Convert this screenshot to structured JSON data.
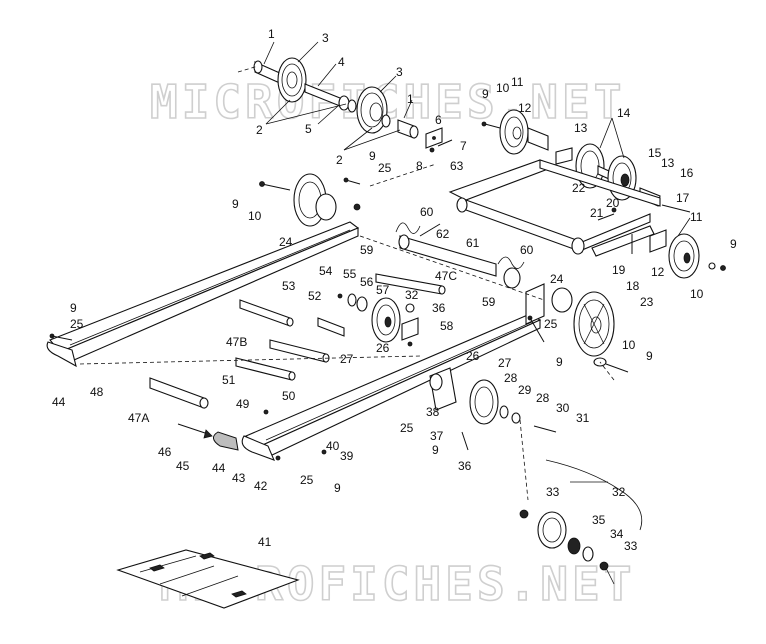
{
  "watermark": {
    "text_top": "MICROFICHES.NET",
    "text_bottom": "MICROFICHES.NET"
  },
  "callouts": [
    {
      "id": "c1",
      "text": "1"
    },
    {
      "id": "c3a",
      "text": "3"
    },
    {
      "id": "c4",
      "text": "4"
    },
    {
      "id": "c3b",
      "text": "3"
    },
    {
      "id": "c2a",
      "text": "2"
    },
    {
      "id": "c5",
      "text": "5"
    },
    {
      "id": "c1b",
      "text": "1"
    },
    {
      "id": "c6",
      "text": "6"
    },
    {
      "id": "c7",
      "text": "7"
    },
    {
      "id": "c8",
      "text": "8"
    },
    {
      "id": "c2b",
      "text": "2"
    },
    {
      "id": "c9a",
      "text": "9"
    },
    {
      "id": "c10a",
      "text": "10"
    },
    {
      "id": "c11a",
      "text": "11"
    },
    {
      "id": "c12a",
      "text": "12"
    },
    {
      "id": "c9b",
      "text": "9"
    },
    {
      "id": "c25a",
      "text": "25"
    },
    {
      "id": "c13a",
      "text": "13"
    },
    {
      "id": "c14",
      "text": "14"
    },
    {
      "id": "c63",
      "text": "63"
    },
    {
      "id": "c15",
      "text": "15"
    },
    {
      "id": "c13b",
      "text": "13"
    },
    {
      "id": "c16",
      "text": "16"
    },
    {
      "id": "c22",
      "text": "22"
    },
    {
      "id": "c9c",
      "text": "9"
    },
    {
      "id": "c10b",
      "text": "10"
    },
    {
      "id": "c20",
      "text": "20"
    },
    {
      "id": "c21",
      "text": "21"
    },
    {
      "id": "c17",
      "text": "17"
    },
    {
      "id": "c11b",
      "text": "11"
    },
    {
      "id": "c60a",
      "text": "60"
    },
    {
      "id": "c62",
      "text": "62"
    },
    {
      "id": "c24a",
      "text": "24"
    },
    {
      "id": "c59a",
      "text": "59"
    },
    {
      "id": "c61",
      "text": "61"
    },
    {
      "id": "c60b",
      "text": "60"
    },
    {
      "id": "c19",
      "text": "19"
    },
    {
      "id": "c12b",
      "text": "12"
    },
    {
      "id": "c9d",
      "text": "9"
    },
    {
      "id": "c18",
      "text": "18"
    },
    {
      "id": "c10c",
      "text": "10"
    },
    {
      "id": "c47c",
      "text": "47C"
    },
    {
      "id": "c24b",
      "text": "24"
    },
    {
      "id": "c54",
      "text": "54"
    },
    {
      "id": "c55",
      "text": "55"
    },
    {
      "id": "c56",
      "text": "56"
    },
    {
      "id": "c57",
      "text": "57"
    },
    {
      "id": "c32a",
      "text": "32"
    },
    {
      "id": "c53",
      "text": "53"
    },
    {
      "id": "c52",
      "text": "52"
    },
    {
      "id": "c59b",
      "text": "59"
    },
    {
      "id": "c23",
      "text": "23"
    },
    {
      "id": "c36a",
      "text": "36"
    },
    {
      "id": "c25b",
      "text": "25"
    },
    {
      "id": "c9e",
      "text": "9"
    },
    {
      "id": "c25c",
      "text": "25"
    },
    {
      "id": "c58",
      "text": "58"
    },
    {
      "id": "c26a",
      "text": "26"
    },
    {
      "id": "c10d",
      "text": "10"
    },
    {
      "id": "c47b",
      "text": "47B"
    },
    {
      "id": "c9f",
      "text": "9"
    },
    {
      "id": "c27a",
      "text": "27"
    },
    {
      "id": "c26b",
      "text": "26"
    },
    {
      "id": "c27b",
      "text": "27"
    },
    {
      "id": "c9g",
      "text": "9"
    },
    {
      "id": "c48",
      "text": "48"
    },
    {
      "id": "c51",
      "text": "51"
    },
    {
      "id": "c44a",
      "text": "44"
    },
    {
      "id": "c28a",
      "text": "28"
    },
    {
      "id": "c29",
      "text": "29"
    },
    {
      "id": "c28b",
      "text": "28"
    },
    {
      "id": "c30",
      "text": "30"
    },
    {
      "id": "c50",
      "text": "50"
    },
    {
      "id": "c49",
      "text": "49"
    },
    {
      "id": "c38",
      "text": "38"
    },
    {
      "id": "c47a",
      "text": "47A"
    },
    {
      "id": "c31",
      "text": "31"
    },
    {
      "id": "c37",
      "text": "37"
    },
    {
      "id": "c25d",
      "text": "25"
    },
    {
      "id": "c9h",
      "text": "9"
    },
    {
      "id": "c40",
      "text": "40"
    },
    {
      "id": "c46",
      "text": "46"
    },
    {
      "id": "c39",
      "text": "39"
    },
    {
      "id": "c36b",
      "text": "36"
    },
    {
      "id": "c45",
      "text": "45"
    },
    {
      "id": "c44b",
      "text": "44"
    },
    {
      "id": "c43",
      "text": "43"
    },
    {
      "id": "c25e",
      "text": "25"
    },
    {
      "id": "c42",
      "text": "42"
    },
    {
      "id": "c9i",
      "text": "9"
    },
    {
      "id": "c32b",
      "text": "32"
    },
    {
      "id": "c33a",
      "text": "33"
    },
    {
      "id": "c35",
      "text": "35"
    },
    {
      "id": "c34",
      "text": "34"
    },
    {
      "id": "c33b",
      "text": "33"
    },
    {
      "id": "c41",
      "text": "41"
    }
  ]
}
